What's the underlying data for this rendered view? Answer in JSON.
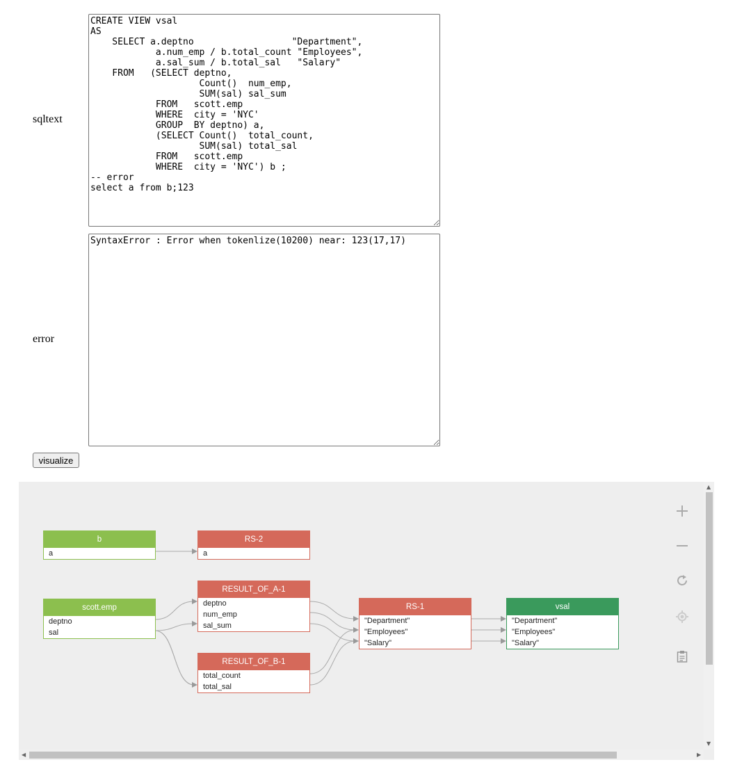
{
  "form": {
    "sqltext_label": "sqltext",
    "sqltext_value": "CREATE VIEW vsal\nAS\n    SELECT a.deptno                  \"Department\",\n            a.num_emp / b.total_count \"Employees\",\n            a.sal_sum / b.total_sal   \"Salary\"\n    FROM   (SELECT deptno,\n                    Count()  num_emp,\n                    SUM(sal) sal_sum\n            FROM   scott.emp\n            WHERE  city = 'NYC'\n            GROUP  BY deptno) a,\n            (SELECT Count()  total_count,\n                    SUM(sal) total_sal\n            FROM   scott.emp\n            WHERE  city = 'NYC') b ;\n-- error\nselect a from b;123",
    "error_label": "error",
    "error_value": "SyntaxError : Error when tokenlize(10200) near: 123(17,17)",
    "visualize_label": "visualize"
  },
  "graph": {
    "nodes": {
      "b": {
        "title": "b",
        "columns": [
          "a"
        ]
      },
      "rs2": {
        "title": "RS-2",
        "columns": [
          "a"
        ]
      },
      "scott_emp": {
        "title": "scott.emp",
        "columns": [
          "deptno",
          "sal"
        ]
      },
      "result_a": {
        "title": "RESULT_OF_A-1",
        "columns": [
          "deptno",
          "num_emp",
          "sal_sum"
        ]
      },
      "result_b": {
        "title": "RESULT_OF_B-1",
        "columns": [
          "total_count",
          "total_sal"
        ]
      },
      "rs1": {
        "title": "RS-1",
        "columns": [
          "\"Department\"",
          "\"Employees\"",
          "\"Salary\""
        ]
      },
      "vsal": {
        "title": "vsal",
        "columns": [
          "\"Department\"",
          "\"Employees\"",
          "\"Salary\""
        ]
      }
    },
    "toolbar": [
      "zoom-in-icon",
      "zoom-out-icon",
      "refresh-icon",
      "locate-icon",
      "clipboard-icon"
    ],
    "colors": {
      "source": "#8cbf4e",
      "intermediate": "#d5695a",
      "target": "#3a9a5c",
      "canvas": "#eeeeee",
      "edge": "#aaaaaa"
    }
  }
}
